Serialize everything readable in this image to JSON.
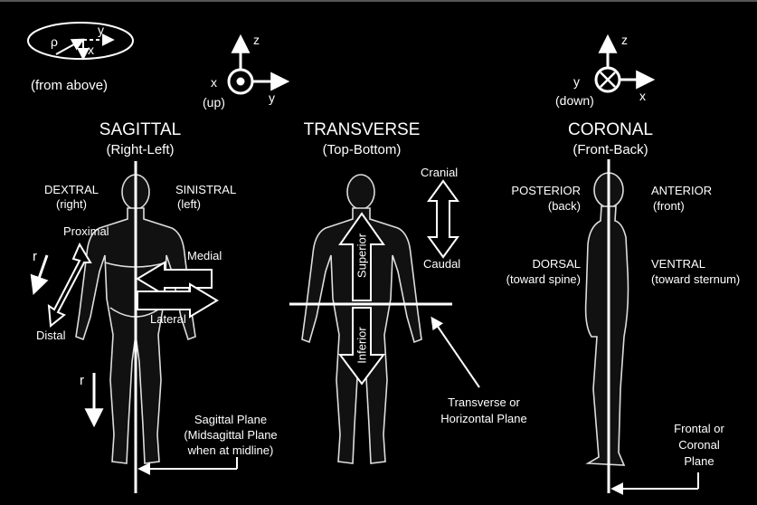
{
  "axes_above": {
    "rho": "ρ",
    "y": "y",
    "x": "x",
    "caption": "(from above)"
  },
  "axes_left": {
    "z": "z",
    "x": "x",
    "up": "(up)",
    "y": "y"
  },
  "axes_right": {
    "z": "z",
    "y": "y",
    "down": "(down)",
    "x": "x"
  },
  "sagittal": {
    "title": "SAGITTAL",
    "subtitle": "(Right-Left)",
    "dextral": "DEXTRAL",
    "dextral_sub": "(right)",
    "sinistral": "SINISTRAL",
    "sinistral_sub": "(left)",
    "proximal": "Proximal",
    "distal": "Distal",
    "medial": "Medial",
    "lateral": "Lateral",
    "r1": "r",
    "r2": "r",
    "plane_line1": "Sagittal Plane",
    "plane_line2": "(Midsagittal Plane",
    "plane_line3": "when at midline)"
  },
  "transverse": {
    "title": "TRANSVERSE",
    "subtitle": "(Top-Bottom)",
    "cranial": "Cranial",
    "caudal": "Caudal",
    "superior": "Superior",
    "inferior": "Inferior",
    "plane_line1": "Transverse or",
    "plane_line2": "Horizontal Plane"
  },
  "coronal": {
    "title": "CORONAL",
    "subtitle": "(Front-Back)",
    "posterior": "POSTERIOR",
    "posterior_sub": "(back)",
    "anterior": "ANTERIOR",
    "anterior_sub": "(front)",
    "dorsal": "DORSAL",
    "dorsal_sub": "(toward spine)",
    "ventral": "VENTRAL",
    "ventral_sub": "(toward  sternum)",
    "plane_line1": "Frontal or",
    "plane_line2": "Coronal",
    "plane_line3": "Plane"
  }
}
